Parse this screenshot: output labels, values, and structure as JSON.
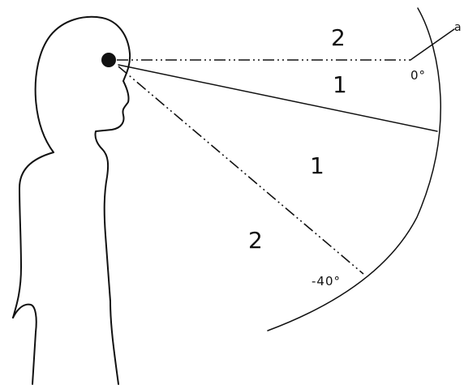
{
  "diagram": {
    "zones": [
      {
        "id": "upper-2",
        "label": "2"
      },
      {
        "id": "upper-1",
        "label": "1"
      },
      {
        "id": "lower-1",
        "label": "1"
      },
      {
        "id": "lower-2",
        "label": "2"
      }
    ],
    "angles": {
      "zero": "0°",
      "minus_forty": "-40°"
    },
    "note_marker": "a",
    "colors": {
      "line": "#111111",
      "background": "#ffffff"
    }
  }
}
